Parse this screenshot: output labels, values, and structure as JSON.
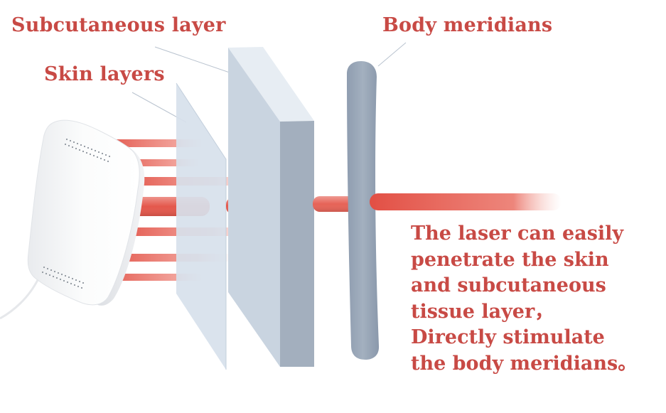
{
  "labels": {
    "subcutaneous_layer": "Subcutaneous layer",
    "body_meridians": "Body meridians",
    "skin_layers": "Skin layers"
  },
  "caption_lines": [
    "The laser can easily",
    "penetrate the skin",
    "and subcutaneous",
    "tissue layer，",
    "Directly stimulate",
    "the body meridians。"
  ],
  "colors": {
    "label_text": "#c84a45",
    "laser": "#e8665a",
    "skin_plane": "#d5dfea",
    "subcutaneous_front": "#c9d4e0",
    "subcutaneous_side": "#a4b0bf",
    "meridian": "#9aa8b8",
    "device": "#f6f7f8"
  },
  "icons": {
    "device": "laser-device-icon",
    "cable": "power-cable-icon"
  }
}
